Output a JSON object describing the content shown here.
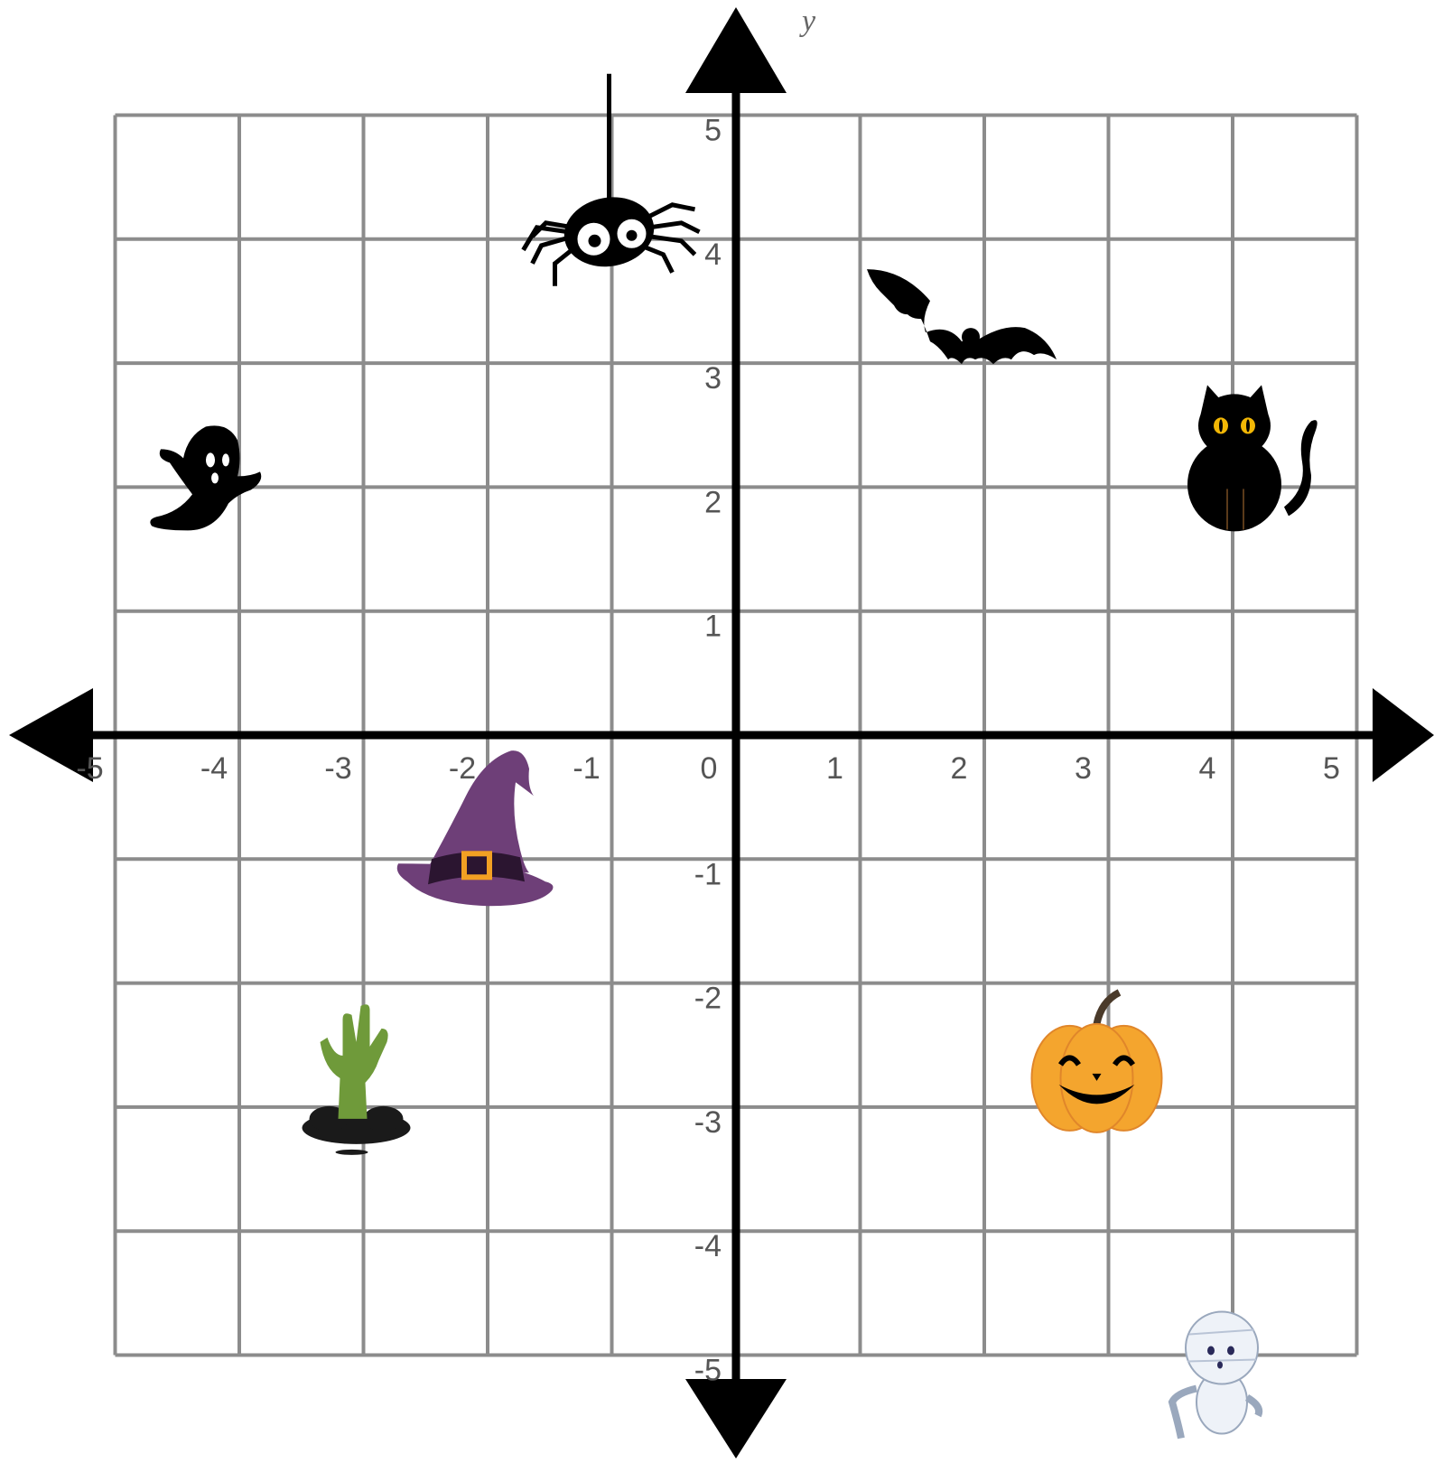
{
  "axes": {
    "y_label": "y",
    "x_ticks": [
      "-5",
      "-4",
      "-3",
      "-2",
      "-1",
      "0",
      "1",
      "2",
      "3",
      "4",
      "5"
    ],
    "y_ticks_pos": [
      "5",
      "4",
      "3",
      "2",
      "1"
    ],
    "y_ticks_neg": [
      "-1",
      "-2",
      "-3",
      "-4",
      "-5"
    ],
    "x_range": [
      -5,
      5
    ],
    "y_range": [
      -5,
      5
    ],
    "grid": true
  },
  "items": [
    {
      "id": "spider",
      "icon": "spider-icon",
      "x": -1,
      "y": 4
    },
    {
      "id": "bat",
      "icon": "bat-icon",
      "x": 2,
      "y": 3
    },
    {
      "id": "ghost",
      "icon": "ghost-icon",
      "x": -4,
      "y": 2
    },
    {
      "id": "cat",
      "icon": "black-cat-icon",
      "x": 4,
      "y": 2
    },
    {
      "id": "witch-hat",
      "icon": "witch-hat-icon",
      "x": -2,
      "y": -1
    },
    {
      "id": "zombie-hand",
      "icon": "zombie-hand-icon",
      "x": -3,
      "y": -3
    },
    {
      "id": "pumpkin",
      "icon": "jack-o-lantern-icon",
      "x": 3,
      "y": -3
    },
    {
      "id": "mummy",
      "icon": "mummy-icon",
      "x": 4,
      "y": -5
    }
  ],
  "colors": {
    "grid": "#8c8c8c",
    "axis": "#000000",
    "hat": "#6e3f78",
    "hat_band": "#2b1530",
    "buckle": "#f2a023",
    "pumpkin": "#f4a52e",
    "zombie": "#6f9a3a"
  }
}
